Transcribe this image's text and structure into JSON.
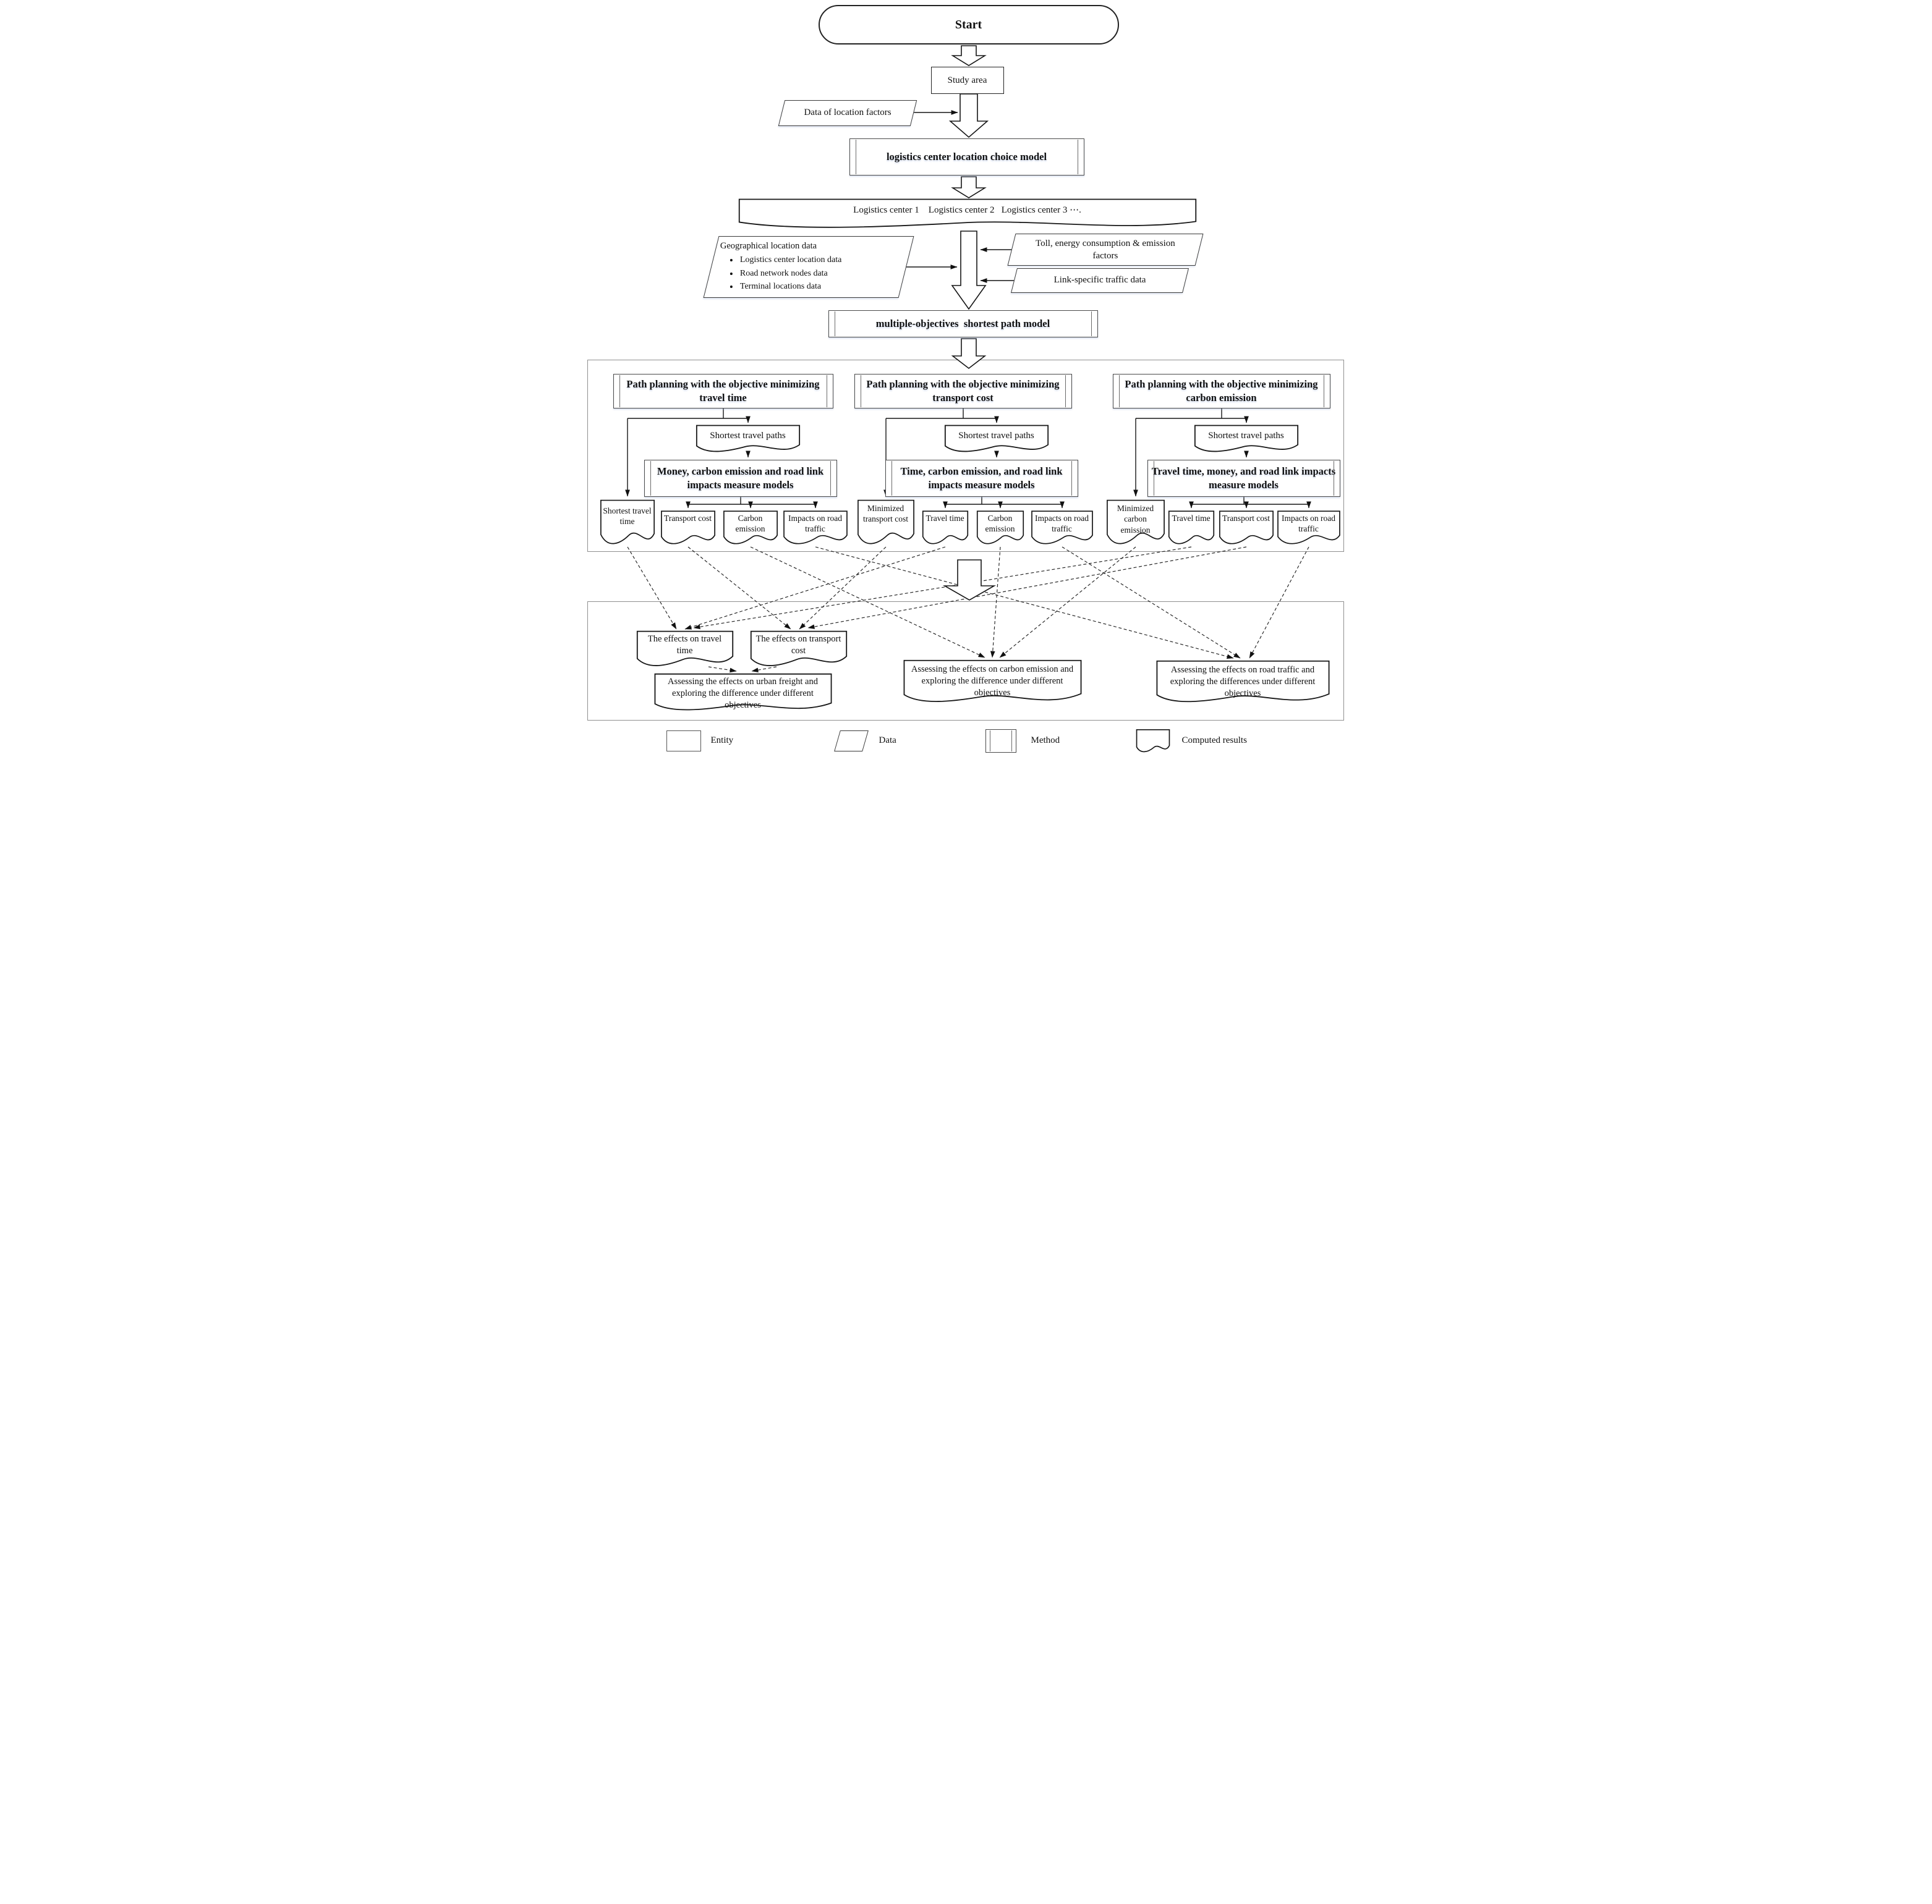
{
  "nodes": {
    "start": "Start",
    "study_area": "Study area",
    "data_of_location_factors": "Data of location factors",
    "location_choice_model": "logistics center location choice model",
    "logistics_centers": "Logistics center 1    Logistics center 2   Logistics center 3 ⋯.",
    "geographical": {
      "title": "Geographical location data",
      "bullets": [
        "Logistics center location data",
        "Road network nodes data",
        "Terminal locations data"
      ]
    },
    "toll": "Toll, energy consumption & emission factors",
    "link_traffic": "Link-specific traffic data",
    "shortest_path_model": "multiple-objectives  shortest path model"
  },
  "branches": [
    {
      "title": "Path planning with the objective minimizing travel time",
      "paths": "Shortest travel paths",
      "model": "Money, carbon emission and road link impacts measure models",
      "outputs": [
        "Shortest travel time",
        "Transport cost",
        "Carbon emission",
        "Impacts on road traffic"
      ]
    },
    {
      "title": "Path planning with the objective minimizing transport cost",
      "paths": "Shortest travel paths",
      "model": "Time, carbon emission, and road link impacts measure models",
      "outputs": [
        "Minimized transport cost",
        "Travel time",
        "Carbon emission",
        "Impacts on road traffic"
      ]
    },
    {
      "title": "Path planning with the objective minimizing carbon emission",
      "paths": "Shortest travel paths",
      "model": "Travel time, money, and road link impacts measure models",
      "outputs": [
        "Minimized carbon emission",
        "Travel time",
        "Transport cost",
        "Impacts on road traffic"
      ]
    }
  ],
  "effects": {
    "travel_time": "The effects on travel time",
    "transport_cost": "The effects on transport cost"
  },
  "assessments": {
    "urban_freight": "Assessing the effects on urban freight and exploring the difference under different objectives",
    "carbon": "Assessing the effects on carbon emission and exploring the difference under different objectives",
    "road_traffic": "Assessing the effects on road traffic and exploring the differences under different objectives"
  },
  "legend": [
    {
      "shape": "entity",
      "label": "Entity"
    },
    {
      "shape": "data",
      "label": "Data"
    },
    {
      "shape": "method",
      "label": "Method"
    },
    {
      "shape": "computed-results",
      "label": "Computed results"
    }
  ]
}
